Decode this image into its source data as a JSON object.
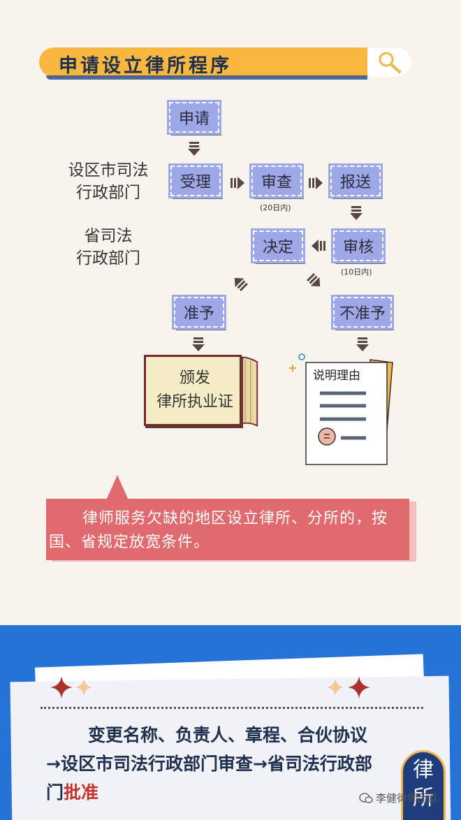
{
  "title": "申请设立律所程序",
  "authorities": {
    "city": [
      "设区市司法",
      "行政部门"
    ],
    "province": [
      "省司法",
      "行政部门"
    ]
  },
  "steps": {
    "apply": "申请",
    "accept": "受理",
    "review": "审查",
    "review_note": "(20日内)",
    "submit": "报送",
    "verify": "审核",
    "verify_note": "(10日内)",
    "decide": "决定",
    "approve": "准予",
    "reject": "不准予"
  },
  "outcomes": {
    "certificate": [
      "颁发",
      "律所执业证"
    ],
    "reason_doc": "说明理由"
  },
  "notice": "律师服务欠缺的地区设立律所、分所的，按国、省规定放宽条件。",
  "change": {
    "text_main": "变更名称、负责人、章程、合伙协议→设区市司法行政部门审查→省司法行政部门",
    "text_highlight": "批准"
  },
  "stamp": "律所",
  "watermark": "李健律师团队",
  "colors": {
    "title_bar": "#f8b73f",
    "box": "#9fa8e6",
    "notice": "#e06a6e",
    "blue": "#2673d8",
    "highlight": "#c9312f"
  }
}
